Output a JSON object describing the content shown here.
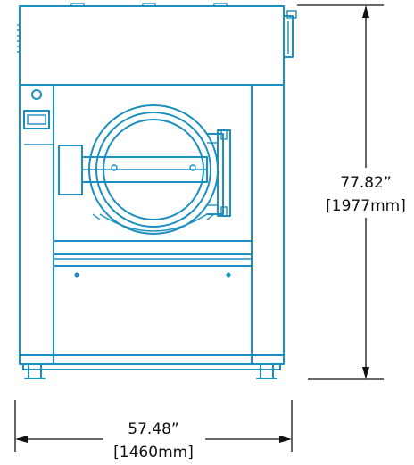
{
  "colors": {
    "machine": "#1b8fbf",
    "dimension": "#111111",
    "background": "#ffffff"
  },
  "dimensions": {
    "height": {
      "imperial": "77.82”",
      "metric": "[1977mm]"
    },
    "width": {
      "imperial": "57.48”",
      "metric": "[1460mm]"
    }
  }
}
